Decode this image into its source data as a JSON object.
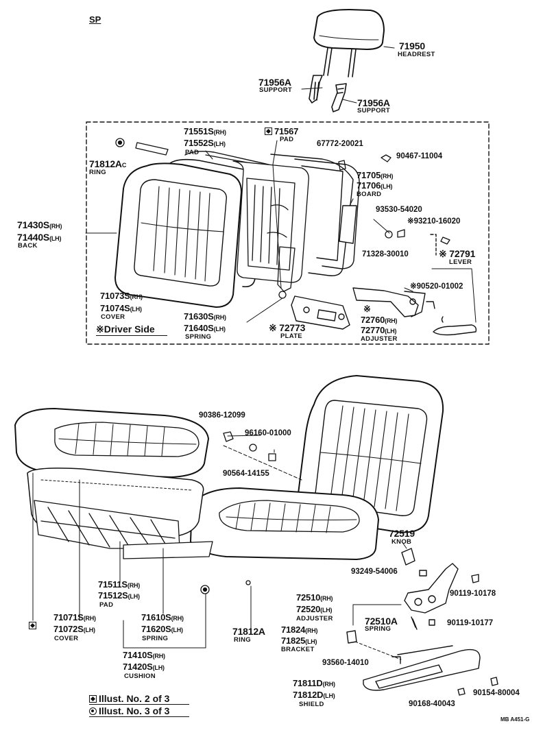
{
  "sp": "SP",
  "ref_code": "MB  A451-G",
  "driver_side_note": "Driver Side",
  "star": "※",
  "legend": [
    {
      "text": "Illust. No. 2 of 3"
    },
    {
      "text": "Illust. No. 3 of 3"
    }
  ],
  "parts": {
    "headrest": {
      "num": "71950",
      "name": "HEADREST"
    },
    "support_l": {
      "num": "71956A",
      "name": "SUPPORT"
    },
    "support_r": {
      "num": "71956A",
      "name": "SUPPORT"
    },
    "pad_back": {
      "rh": "71551S",
      "lh": "71552S",
      "name": "PAD"
    },
    "pad_567": {
      "num": "71567",
      "name": "PAD"
    },
    "p67772": "67772-20021",
    "p90467": "90467-11004",
    "ring_back": {
      "num": "71812A",
      "name": "RING"
    },
    "board": {
      "rh": "71705",
      "lh": "71706",
      "name": "BOARD"
    },
    "back": {
      "rh": "71430S",
      "lh": "71440S",
      "name": "BACK"
    },
    "p93530": "93530-54020",
    "p93210": "93210-16020",
    "p71328": "71328-30010",
    "lever": {
      "num": "72791",
      "name": "LEVER"
    },
    "p90520": "90520-01002",
    "cover_back": {
      "rh": "71073S",
      "lh": "71074S",
      "name": "COVER"
    },
    "adjuster_back": {
      "rh": "72760",
      "lh": "72770",
      "name": "ADJUSTER"
    },
    "spring_back": {
      "rh": "71630S",
      "lh": "71640S",
      "name": "SPRING"
    },
    "plate": {
      "num": "72773",
      "name": "PLATE"
    },
    "p90386": "90386-12099",
    "p96160": "96160-01000",
    "p90564": "90564-14155",
    "knob": {
      "num": "72519",
      "name": "KNOB"
    },
    "p93249": "93249-54006",
    "pad_cushion": {
      "rh": "71511S",
      "lh": "71512S",
      "name": "PAD"
    },
    "p90119a": "90119-10178",
    "adjuster_seat": {
      "rh": "72510",
      "lh": "72520",
      "name": "ADJUSTER"
    },
    "spring_seat_adj": {
      "num": "72510A",
      "name": "SPRING"
    },
    "p90119b": "90119-10177",
    "cover_cushion": {
      "rh": "71071S",
      "lh": "71072S",
      "name": "COVER"
    },
    "spring_cushion": {
      "rh": "71610S",
      "lh": "71620S",
      "name": "SPRING"
    },
    "ring_seat": {
      "num": "71812A",
      "name": "RING"
    },
    "bracket": {
      "rh": "71824",
      "lh": "71825",
      "name": "BRACKET"
    },
    "cushion": {
      "rh": "71410S",
      "lh": "71420S",
      "name": "CUSHION"
    },
    "p93560": "93560-14010",
    "shield": {
      "rh": "71811D",
      "lh": "71812D",
      "name": "SHIELD"
    },
    "p90154": "90154-80004",
    "p90168": "90168-40043"
  },
  "suffix_rh": "(RH)",
  "suffix_lh": "(LH)",
  "suffix_rh_lc": "(RH)",
  "suffix_lh_lc": "(LH)",
  "suffix_c": "C"
}
